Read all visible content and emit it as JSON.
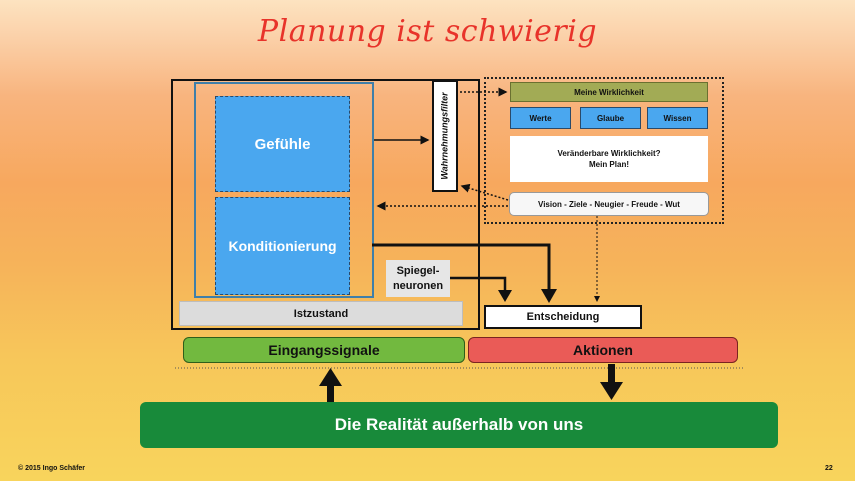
{
  "title": "Planung ist schwierig",
  "left": {
    "gefuehle": "Gefühle",
    "konditionierung": "Konditionierung",
    "istzustand": "Istzustand",
    "spiegel_line1": "Spiegel-",
    "spiegel_line2": "neuronen",
    "wahrnehmungsfilter": "Wahrnehmungsfilter"
  },
  "right": {
    "meine_wirklichkeit": "Meine Wirklichkeit",
    "werte": "Werte",
    "glaube": "Glaube",
    "wissen": "Wissen",
    "veraenderbar_line1": "Veränderbare Wirklichkeit?",
    "veraenderbar_line2": "Mein Plan!",
    "vision": "Vision - Ziele - Neugier - Freude - Wut"
  },
  "entscheidung": "Entscheidung",
  "eingangssignale": "Eingangssignale",
  "aktionen": "Aktionen",
  "realitaet": "Die Realität außerhalb von uns",
  "footer": {
    "copyright": "© 2015  Ingo Schäfer",
    "page_number": "22"
  },
  "colors": {
    "title": "#e8332a",
    "blue": "#4aa7ef",
    "olive": "#a2ab55",
    "green": "#72b93f",
    "red": "#ea5b57",
    "dark_green": "#188a3a"
  }
}
